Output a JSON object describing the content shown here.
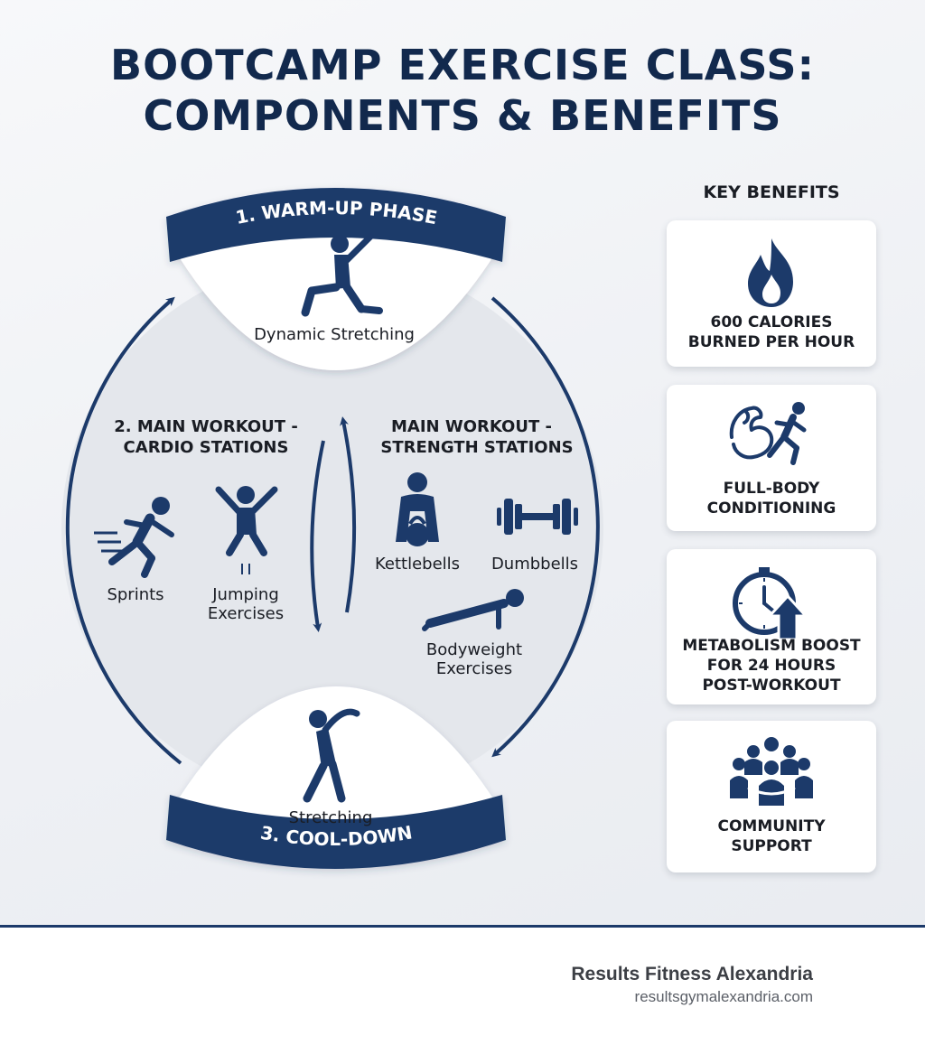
{
  "title": {
    "line1": "BOOTCAMP EXERCISE CLASS:",
    "line2": "COMPONENTS & BENEFITS"
  },
  "phases": {
    "warmup": {
      "heading": "1. WARM-UP PHASE",
      "activity": "Dynamic Stretching"
    },
    "cardio": {
      "heading_line1": "2. MAIN WORKOUT -",
      "heading_line2": "CARDIO STATIONS",
      "items": [
        {
          "label_lines": [
            "Sprints"
          ],
          "icon": "sprinter-icon"
        },
        {
          "label_lines": [
            "Jumping",
            "Exercises"
          ],
          "icon": "jumping-person-icon"
        }
      ]
    },
    "strength": {
      "heading_line1": "MAIN WORKOUT -",
      "heading_line2": "STRENGTH STATIONS",
      "items": [
        {
          "label_lines": [
            "Kettlebells"
          ],
          "icon": "kettlebell-icon"
        },
        {
          "label_lines": [
            "Dumbbells"
          ],
          "icon": "dumbbell-icon"
        },
        {
          "label_lines": [
            "Bodyweight",
            "Exercises"
          ],
          "icon": "pushup-icon"
        }
      ]
    },
    "cooldown": {
      "heading": "3. COOL-DOWN",
      "activity": "Stretching"
    }
  },
  "benefits": {
    "title": "KEY BENEFITS",
    "items": [
      {
        "label": "600 CALORIES\nBURNED PER HOUR",
        "icon": "flame-icon"
      },
      {
        "label": "FULL-BODY\nCONDITIONING",
        "icon": "muscle-runner-icon"
      },
      {
        "label": "METABOLISM BOOST\nFOR 24 HOURS\nPOST-WORKOUT",
        "icon": "clock-arrow-icon"
      },
      {
        "label": "COMMUNITY\nSUPPORT",
        "icon": "community-icon"
      }
    ]
  },
  "footer": {
    "brand": "Results Fitness Alexandria",
    "url": "resultsgymalexandria.com"
  },
  "colors": {
    "navy": "#1c3a6a",
    "title": "#12294d",
    "text": "#1a1d24"
  }
}
